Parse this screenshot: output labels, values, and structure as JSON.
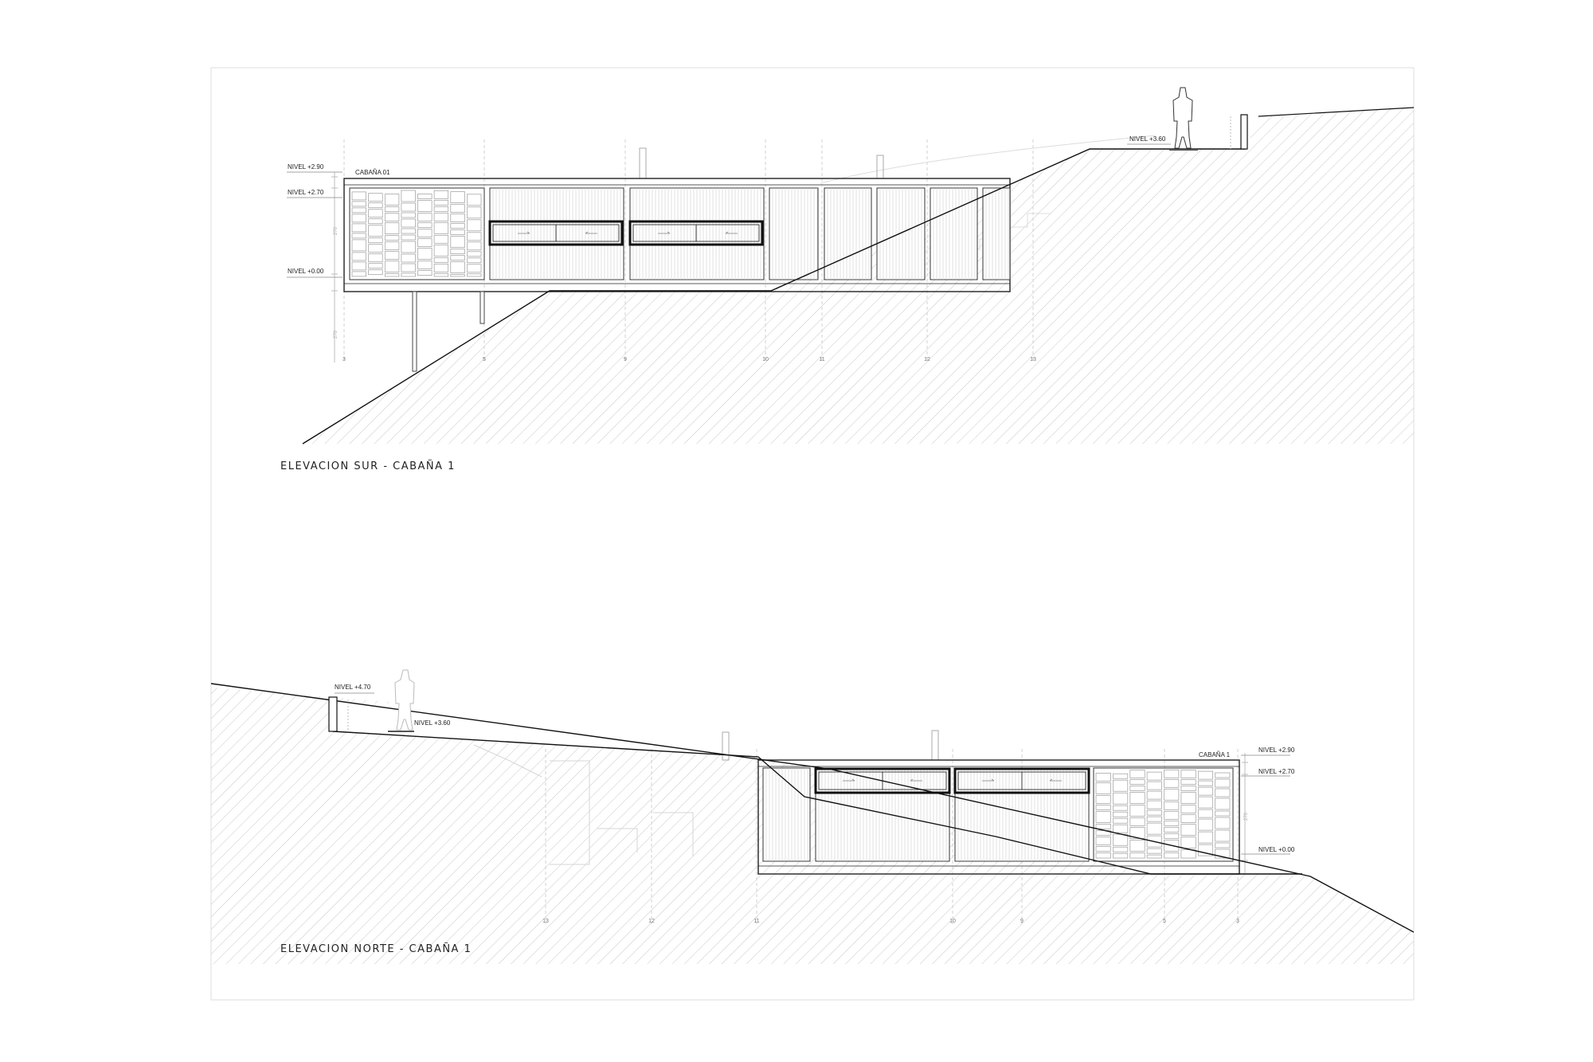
{
  "elevations": [
    {
      "title": "ELEVACION SUR  -  CABAÑA 1",
      "cabin_label": "CABAÑA 01",
      "levels": [
        "NIVEL +2.90",
        "NIVEL +2.70",
        "NIVEL +0.00",
        "NIVEL +3.60"
      ],
      "axes": [
        "3",
        "5",
        "9",
        "10",
        "11",
        "12",
        "13"
      ]
    },
    {
      "title": "ELEVACION NORTE  -  CABAÑA 1",
      "cabin_label": "CABAÑA  1",
      "levels": [
        "NIVEL +4.70",
        "NIVEL +3.60",
        "NIVEL +2.90",
        "NIVEL +2.70",
        "NIVEL +0.00"
      ],
      "axes": [
        "13",
        "12",
        "11",
        "10",
        "9",
        "5",
        "3"
      ]
    }
  ],
  "colors": {
    "line": "#222222",
    "hatch": "#c8c8c8",
    "guide": "#cfcfcf",
    "frame": "#d8d8d8"
  }
}
